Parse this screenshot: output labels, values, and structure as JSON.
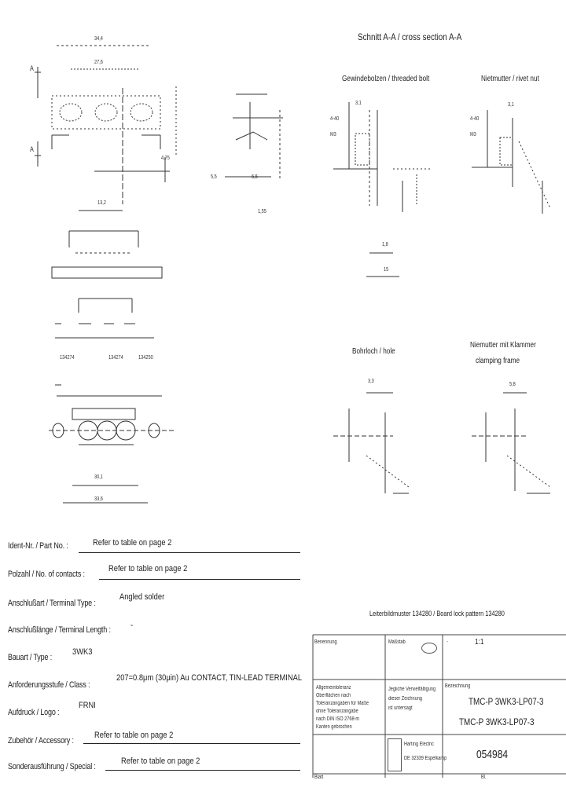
{
  "section_title": "Schnitt A-A / cross section A-A",
  "views": {
    "gewindebolzen": "Gewindebolzen / threaded bolt",
    "nietmutter": "Nietmutter / rivet nut",
    "bohrloch": "Bohrloch / hole",
    "niemutter_klammer_1": "Niemutter mit Klammer",
    "niemutter_klammer_2": "clamping frame"
  },
  "dims": {
    "d1": "34,4",
    "d2": "27,6",
    "d3": "13,2",
    "d4": "4,75",
    "d5": "5,5",
    "d6": "6,5",
    "d7": "1,55",
    "d8": "1,8",
    "d9": "15",
    "d10": "3,3",
    "d11": "5,8",
    "d12": "3,1",
    "d13": "3,1",
    "d14": "30,1",
    "d15": "33,6",
    "d16": "M3",
    "d17": "4-40",
    "d18": "M3",
    "d19": "4-40"
  },
  "marks": {
    "a_top": "A",
    "a_bottom": "A"
  },
  "pcb_refs": [
    "134274",
    "134274",
    "134250"
  ],
  "fields": [
    {
      "label": "Ident-Nr. /   Part No. :",
      "value": "Refer to table on page 2"
    },
    {
      "label": "Polzahl /   No. of contacts :",
      "value": "Refer to table on page 2"
    },
    {
      "label": "Anschlußart /   Terminal Type :",
      "value": "Angled solder"
    },
    {
      "label": "Anschlußlänge /   Terminal Length :",
      "value": "-"
    },
    {
      "label": "Bauart /   Type :",
      "value": "3WK3"
    },
    {
      "label": "Anforderungsstufe /   Class :",
      "value": "207=0.8μm (30μin) Au CONTACT, TIN-LEAD TERMINAL"
    },
    {
      "label": "Aufdruck /   Logo :",
      "value": "FRNI"
    },
    {
      "label": "Zubehör /   Accessory :",
      "value": "Refer to table on page 2"
    },
    {
      "label": "Sonderausführung /   Special :",
      "value": "Refer to table on page 2"
    }
  ],
  "title_block": {
    "pattern_note": "Leiterbildmuster 134280 / Board lock pattern 134280",
    "benennung": "Benennung",
    "masstab": "Maßstab",
    "scale_value": "1:1",
    "bezeichnung": "Bezeichnung",
    "product_1": "TMC-P 3WK3-LP07-3",
    "product_2": "TMC-P 3WK3-LP07-3",
    "drawing_no": "054984",
    "notes_left": [
      "Allgemeintoleranz",
      "Oberflächen nach",
      "Toleranzangaben für Maße",
      "ohne Toleranzangabe",
      "nach DIN ISO 2768-m",
      "Kanten gebrochen"
    ],
    "notes_mid": [
      "Jegliche Vervielfältigung",
      "dieser Zeichnung",
      "ist untersagt"
    ],
    "company_1": "Harting Electric",
    "company_2": "DE 32339 Espelkamp",
    "blatt": "Blatt",
    "bl": "Bl."
  }
}
